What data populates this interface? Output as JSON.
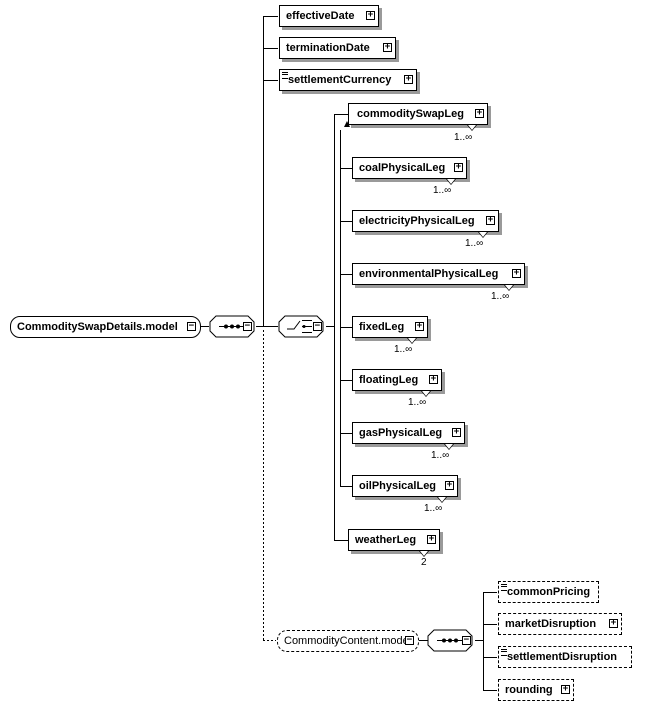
{
  "root": {
    "label": "CommoditySwapDetails.model"
  },
  "top_elements": [
    {
      "label": "effectiveDate"
    },
    {
      "label": "terminationDate"
    },
    {
      "label": "settlementCurrency"
    }
  ],
  "choice_elements": [
    {
      "label": "commoditySwapLeg",
      "cardinality": "1..∞"
    },
    {
      "label": "coalPhysicalLeg",
      "cardinality": "1..∞"
    },
    {
      "label": "electricityPhysicalLeg",
      "cardinality": "1..∞"
    },
    {
      "label": "environmentalPhysicalLeg",
      "cardinality": "1..∞"
    },
    {
      "label": "fixedLeg",
      "cardinality": "1..∞"
    },
    {
      "label": "floatingLeg",
      "cardinality": "1..∞"
    },
    {
      "label": "gasPhysicalLeg",
      "cardinality": "1..∞"
    },
    {
      "label": "oilPhysicalLeg",
      "cardinality": "1..∞"
    }
  ],
  "weather": {
    "label": "weatherLeg",
    "cardinality": "2"
  },
  "content_model": {
    "label": "CommodityContent.model"
  },
  "content_elements": [
    {
      "label": "commonPricing"
    },
    {
      "label": "marketDisruption"
    },
    {
      "label": "settlementDisruption"
    },
    {
      "label": "rounding"
    }
  ],
  "glyphs": {
    "expand": "+",
    "collapse": "−"
  }
}
